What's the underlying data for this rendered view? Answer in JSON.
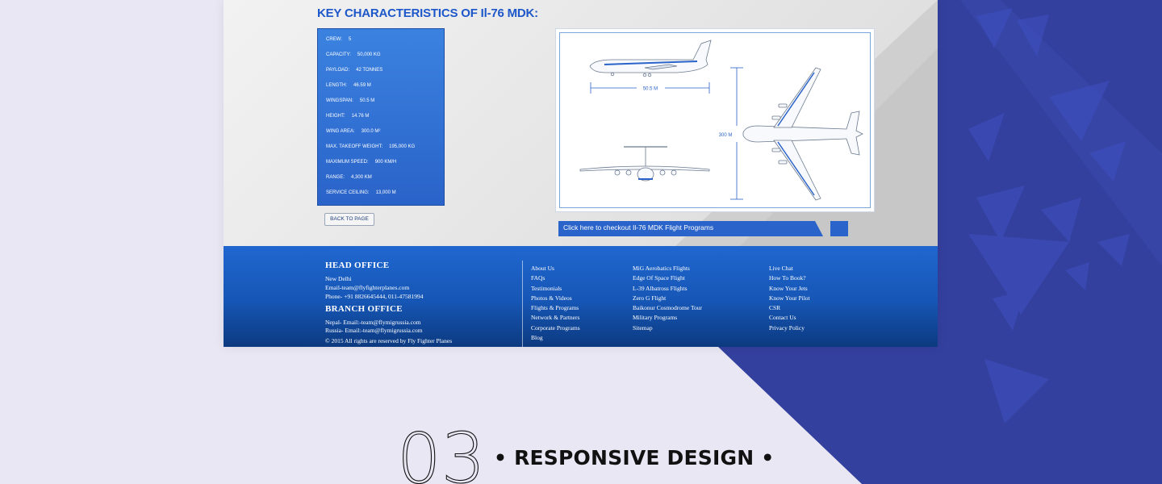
{
  "page": {
    "title": "KEY CHARACTERISTICS OF Il-76 MDK:",
    "specs": [
      {
        "label": "CREW:",
        "value": "5"
      },
      {
        "label": "CAPACITY:",
        "value": "50,000 KG"
      },
      {
        "label": "PAYLOAD:",
        "value": "42 TONNES"
      },
      {
        "label": "LENGTH:",
        "value": "46.59 M"
      },
      {
        "label": "WINGSPAN:",
        "value": "50.5 M"
      },
      {
        "label": "HEIGHT:",
        "value": "14.76 M"
      },
      {
        "label": "WING AREA:",
        "value": "300.0 M²"
      },
      {
        "label": "MAX. TAKEOFF WEIGHT:",
        "value": "195,000 KG"
      },
      {
        "label": "MAXIMUM SPEED:",
        "value": "900 KM/H"
      },
      {
        "label": "RANGE:",
        "value": "4,300 KM"
      },
      {
        "label": "SERVICE CEILING:",
        "value": "13,000 M"
      }
    ],
    "back_button": "BACK TO PAGE",
    "diagram": {
      "dim_wingspan": "50.5 M",
      "dim_length": "300 M"
    },
    "cta": "Click here to checkout Il-76 MDK Flight Programs"
  },
  "footer": {
    "head_office": {
      "title": "HEAD OFFICE",
      "city": "New Delhi",
      "email": "Email-team@flyfighterplanes.com",
      "phone": "Phone- +91 8826645444, 011-47581994"
    },
    "branch_office": {
      "title": "BRANCH OFFICE",
      "nepal": "Nepal-    Email:-team@flymigrussia.com",
      "russia": "Russia-     Email:-team@flymigrussia.com"
    },
    "copyright": "© 2015 All rights are reserved by Fly Fighter Planes",
    "col1": [
      "About Us",
      "FAQs",
      "Testimonials",
      "Photos & Videos",
      "Flights & Programs",
      "Network & Partners",
      "Corporate Programs",
      "Blog"
    ],
    "col2": [
      "MiG Aerobatics Flights",
      "Edge Of Space Flight",
      "L-39 Albatross Flights",
      "Zero G Flight",
      "Baikonur Cosmodrome Tour",
      "Military Programs",
      "Sitemap"
    ],
    "col3": [
      "Live Chat",
      "How To Book?",
      "Know Your Jets",
      "Know Your Pilot",
      "CSR",
      "Contact Us",
      "Privacy Policy"
    ]
  },
  "section": {
    "number": "03",
    "title": "• RESPONSIVE DESIGN •"
  },
  "colors": {
    "accent": "#2a63c9",
    "footer": "#1656b5",
    "background": "#e8e7f3",
    "shape": "#33409e"
  }
}
